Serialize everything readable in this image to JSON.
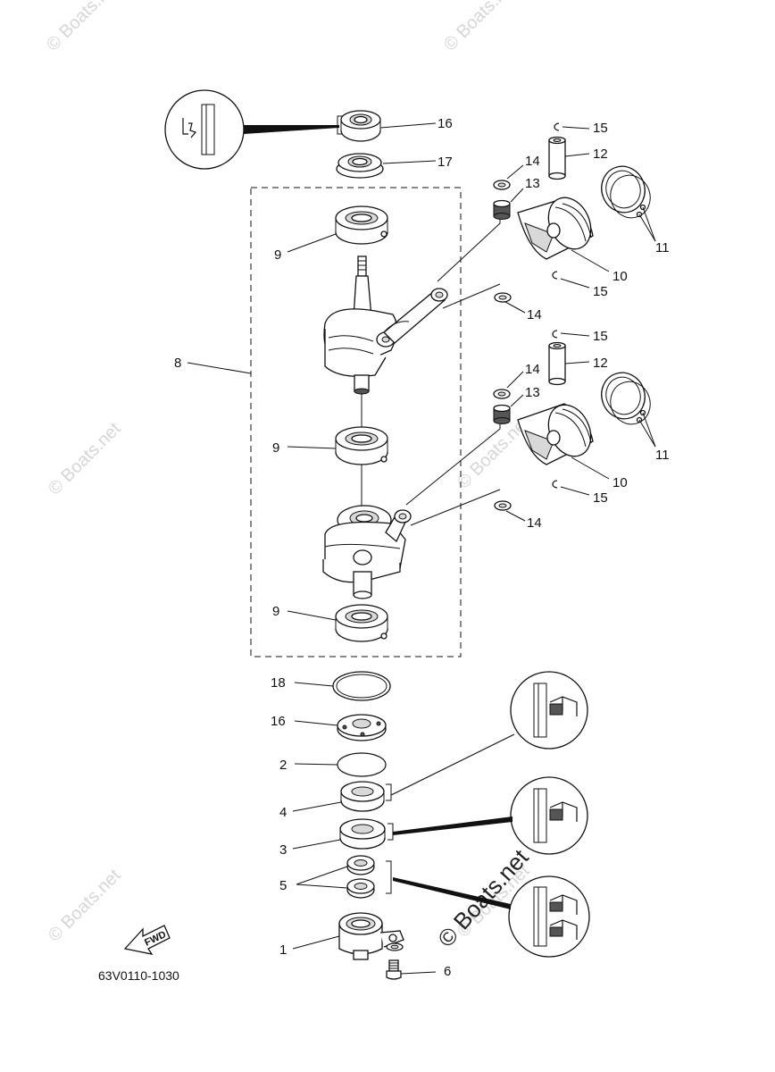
{
  "diagram": {
    "code": "63V0110-1030",
    "fwd_label": "FWD",
    "watermarks": [
      "© Boats.net",
      "© Boats.net",
      "© Boats.net",
      "© Boats.net",
      "© Boats.net",
      "© Boats.net"
    ],
    "watermark_center": "© Boats.net",
    "part_labels": [
      {
        "id": "label-16-top",
        "text": "16"
      },
      {
        "id": "label-17",
        "text": "17"
      },
      {
        "id": "label-15-a",
        "text": "15"
      },
      {
        "id": "label-12-a",
        "text": "12"
      },
      {
        "id": "label-14-a",
        "text": "14"
      },
      {
        "id": "label-13-a",
        "text": "13"
      },
      {
        "id": "label-11-a",
        "text": "11"
      },
      {
        "id": "label-10-a",
        "text": "10"
      },
      {
        "id": "label-15-b",
        "text": "15"
      },
      {
        "id": "label-14-b",
        "text": "14"
      },
      {
        "id": "label-9-a",
        "text": "9"
      },
      {
        "id": "label-8",
        "text": "8"
      },
      {
        "id": "label-15-c",
        "text": "15"
      },
      {
        "id": "label-12-b",
        "text": "12"
      },
      {
        "id": "label-14-c",
        "text": "14"
      },
      {
        "id": "label-13-b",
        "text": "13"
      },
      {
        "id": "label-11-b",
        "text": "11"
      },
      {
        "id": "label-10-b",
        "text": "10"
      },
      {
        "id": "label-15-d",
        "text": "15"
      },
      {
        "id": "label-14-d",
        "text": "14"
      },
      {
        "id": "label-9-b",
        "text": "9"
      },
      {
        "id": "label-9-c",
        "text": "9"
      },
      {
        "id": "label-18",
        "text": "18"
      },
      {
        "id": "label-16-bottom",
        "text": "16"
      },
      {
        "id": "label-2",
        "text": "2"
      },
      {
        "id": "label-4",
        "text": "4"
      },
      {
        "id": "label-3",
        "text": "3"
      },
      {
        "id": "label-5",
        "text": "5"
      },
      {
        "id": "label-1",
        "text": "1"
      },
      {
        "id": "label-6",
        "text": "6"
      }
    ]
  }
}
